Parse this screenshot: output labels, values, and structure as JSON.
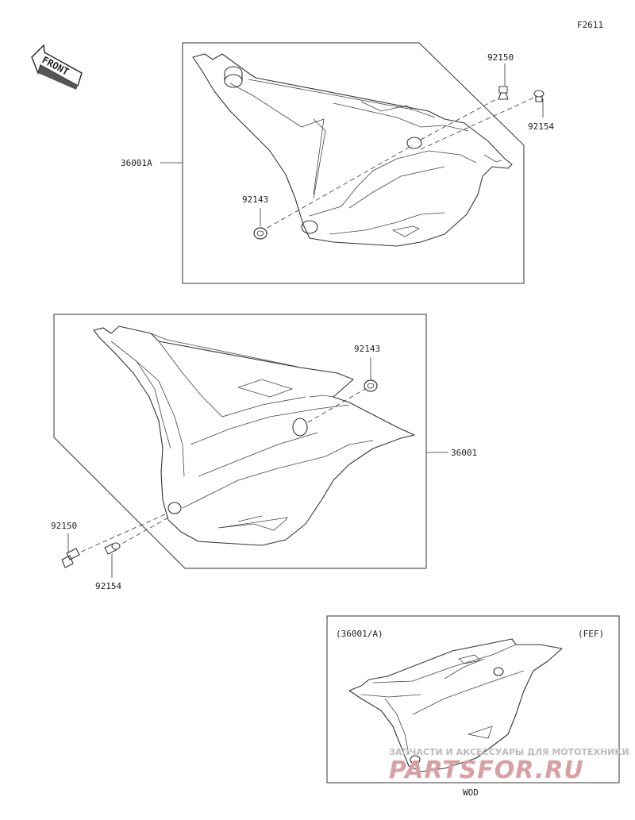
{
  "figure_code": "F2611",
  "front_label": "FRONT",
  "top_panel": {
    "part_number": "36001A",
    "callouts": {
      "bolt": "92150",
      "screw": "92154",
      "grommet": "92143"
    }
  },
  "middle_panel": {
    "part_number": "36001",
    "callouts": {
      "grommet": "92143",
      "bolt": "92150",
      "screw": "92154"
    }
  },
  "inset_panel": {
    "left_label": "(36001/A)",
    "right_label": "(FEF)",
    "bottom_label": "WOD"
  },
  "watermark": {
    "tagline": "ЗАПЧАСТИ И АКСЕССУАРЫ ДЛЯ МОТОТЕХНИКИ",
    "brand": "PARTSFOR.RU"
  },
  "colors": {
    "line": "#333333",
    "watermark_brand": "#d9a0a4",
    "watermark_text": "#bbbbbb"
  }
}
